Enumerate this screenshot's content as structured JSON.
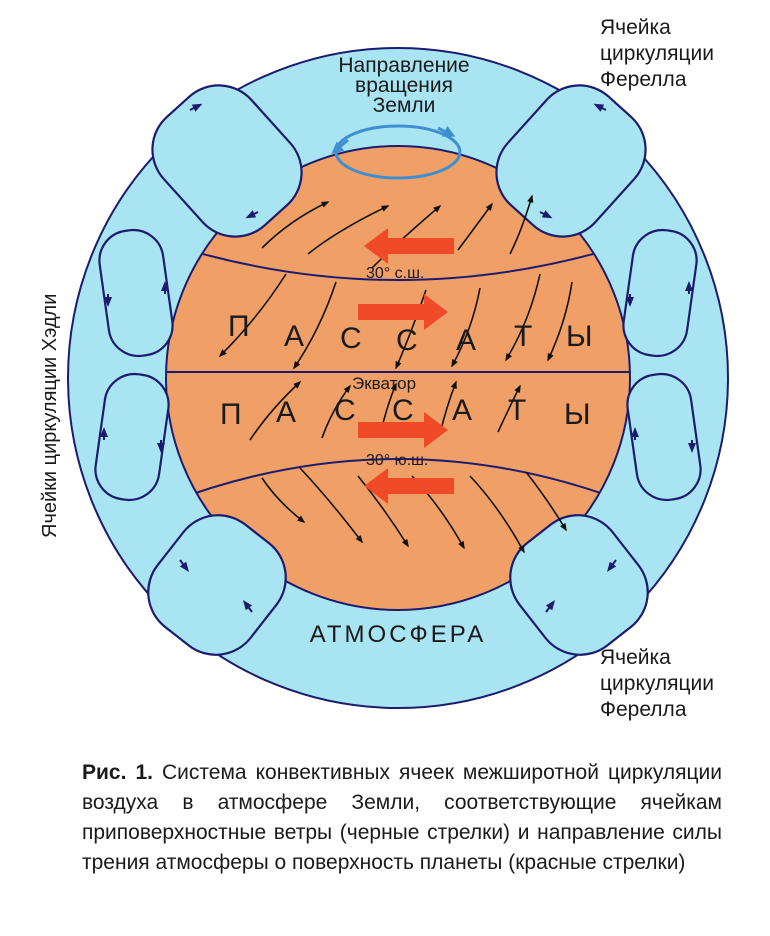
{
  "labels": {
    "rotation_line1": "Направление",
    "rotation_line2": "вращения",
    "rotation_line3": "Земли",
    "ferrel_top_line1": "Ячейка",
    "ferrel_top_line2": "циркуляции",
    "ferrel_top_line3": "Ферелла",
    "ferrel_bottom_line1": "Ячейка",
    "ferrel_bottom_line2": "циркуляции",
    "ferrel_bottom_line3": "Ферелла",
    "hadley": "Ячейки циркуляции Хэдли",
    "lat_north": "30° с.ш.",
    "lat_south": "30° ю.ш.",
    "equator": "Экватор",
    "atmosphere": "АТМОСФЕРА",
    "trade_winds_letters": [
      "П",
      "А",
      "С",
      "С",
      "А",
      "Т",
      "Ы"
    ]
  },
  "caption": {
    "prefix": "Рис. 1.",
    "text": "Система конвективных ячеек межширотной циркуляции воздуха в атмосфере Земли, соответствующие ячейкам приповерхностные ветры (черные стрелки) и направление силы трения атмосферы о поверхность планеты (красные стрелки)"
  },
  "colors": {
    "atmosphere": "#a9e4f2",
    "planet": "#f0a067",
    "cell_outline": "#1c1c6e",
    "friction_arrow": "#f04a28",
    "rotation_arrow": "#3f8fd0",
    "wind_arrow": "#111111"
  }
}
